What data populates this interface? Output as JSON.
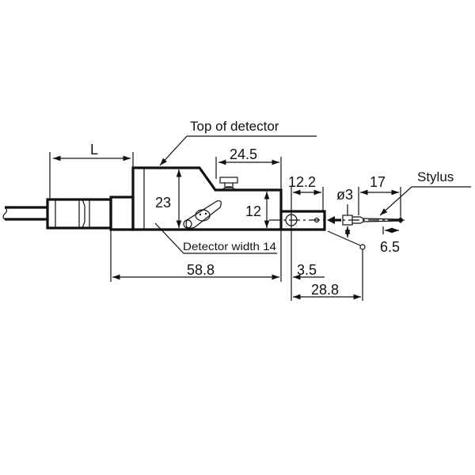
{
  "labels": {
    "top_of_detector": "Top of detector",
    "stylus": "Stylus",
    "detector_width": "Detector width 14"
  },
  "dimensions": {
    "L": "L",
    "d24_5": "24.5",
    "d23": "23",
    "d12": "12",
    "d12_2": "12.2",
    "phi3": "ø3",
    "d17": "17",
    "d6_5": "6.5",
    "d58_8": "58.8",
    "d3_5": "3.5",
    "d28_8": "28.8"
  }
}
